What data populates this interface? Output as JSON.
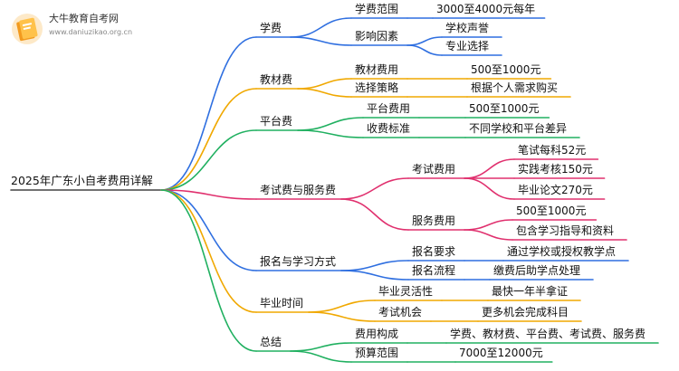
{
  "brand": {
    "name": "大牛教育自考网",
    "url": "www.daniuzikao.org.cn"
  },
  "colors": {
    "root": "#444444",
    "branches": [
      "#2f6fe0",
      "#f0a800",
      "#20b060",
      "#e0306e",
      "#2f6fe0",
      "#f0a800",
      "#20b060"
    ]
  },
  "mindmap": {
    "root": "2025年广东小自考费用详解",
    "branches": [
      {
        "label": "学费",
        "children": [
          {
            "label": "学费范围",
            "children": [
              {
                "label": "3000至4000元每年"
              }
            ]
          },
          {
            "label": "影响因素",
            "children": [
              {
                "label": "学校声誉"
              },
              {
                "label": "专业选择"
              }
            ]
          }
        ]
      },
      {
        "label": "教材费",
        "children": [
          {
            "label": "教材费用",
            "children": [
              {
                "label": "500至1000元"
              }
            ]
          },
          {
            "label": "选择策略",
            "children": [
              {
                "label": "根据个人需求购买"
              }
            ]
          }
        ]
      },
      {
        "label": "平台费",
        "children": [
          {
            "label": "平台费用",
            "children": [
              {
                "label": "500至1000元"
              }
            ]
          },
          {
            "label": "收费标准",
            "children": [
              {
                "label": "不同学校和平台差异"
              }
            ]
          }
        ]
      },
      {
        "label": "考试费与服务费",
        "children": [
          {
            "label": "考试费用",
            "children": [
              {
                "label": "笔试每科52元"
              },
              {
                "label": "实践考核150元"
              },
              {
                "label": "毕业论文270元"
              }
            ]
          },
          {
            "label": "服务费用",
            "children": [
              {
                "label": "500至1000元"
              },
              {
                "label": "包含学习指导和资料"
              }
            ]
          }
        ]
      },
      {
        "label": "报名与学习方式",
        "children": [
          {
            "label": "报名要求",
            "children": [
              {
                "label": "通过学校或授权教学点"
              }
            ]
          },
          {
            "label": "报名流程",
            "children": [
              {
                "label": "缴费后助学点处理"
              }
            ]
          }
        ]
      },
      {
        "label": "毕业时间",
        "children": [
          {
            "label": "毕业灵活性",
            "children": [
              {
                "label": "最快一年半拿证"
              }
            ]
          },
          {
            "label": "考试机会",
            "children": [
              {
                "label": "更多机会完成科目"
              }
            ]
          }
        ]
      },
      {
        "label": "总结",
        "children": [
          {
            "label": "费用构成",
            "children": [
              {
                "label": "学费、教材费、平台费、考试费、服务费"
              }
            ]
          },
          {
            "label": "预算范围",
            "children": [
              {
                "label": "7000至12000元"
              }
            ]
          }
        ]
      }
    ]
  }
}
